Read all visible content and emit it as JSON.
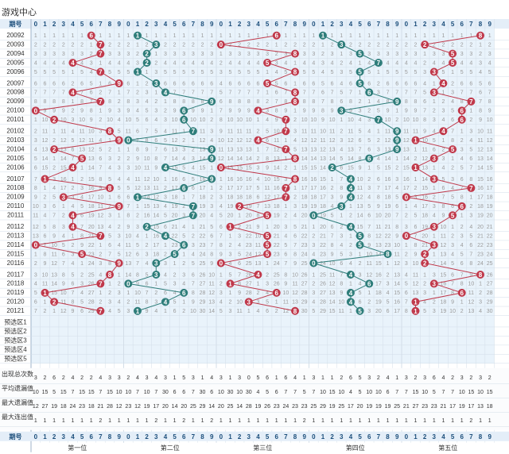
{
  "app_title": "游戏中心",
  "header_label": "期号",
  "footer_label": "期号",
  "digits": [
    "0",
    "1",
    "2",
    "3",
    "4",
    "5",
    "6",
    "7",
    "8",
    "9"
  ],
  "positions": [
    {
      "name": "第一位",
      "color": "#c0394b"
    },
    {
      "name": "第二位",
      "color": "#2e7d7a"
    },
    {
      "name": "第三位",
      "color": "#c0394b"
    },
    {
      "name": "第四位",
      "color": "#2e7d7a"
    },
    {
      "name": "第五位",
      "color": "#c0394b"
    }
  ],
  "colors": {
    "header_bg": "#e4eef8",
    "blue_band": "#e9f3fb",
    "grid_line": "#d3dee8",
    "hit_red": "#c0394b",
    "hit_teal": "#2e7d7a"
  },
  "groups": [
    [
      "20092",
      "20093",
      "20094",
      "20095",
      "20096"
    ],
    [
      "20097",
      "20098",
      "20099",
      "20100",
      "20101"
    ],
    [
      "20102",
      "20103",
      "20104",
      "20105",
      "20106"
    ],
    [
      "20107",
      "20108",
      "20109",
      "20110",
      "20111"
    ],
    [
      "20112",
      "20113",
      "20114",
      "20115",
      "20116"
    ],
    [
      "20117",
      "20118",
      "20119",
      "20120",
      "20121"
    ]
  ],
  "draws": [
    [
      6,
      1,
      6,
      1,
      8
    ],
    [
      7,
      3,
      0,
      3,
      2
    ],
    [
      7,
      2,
      8,
      5,
      5
    ],
    [
      4,
      2,
      5,
      7,
      5
    ],
    [
      7,
      1,
      8,
      5,
      3
    ],
    [
      9,
      3,
      5,
      5,
      4
    ],
    [
      4,
      4,
      8,
      6,
      3
    ],
    [
      7,
      9,
      8,
      9,
      7
    ],
    [
      0,
      6,
      4,
      3,
      6
    ],
    [
      2,
      6,
      7,
      7,
      6
    ],
    [
      8,
      7,
      7,
      9,
      4
    ],
    [
      9,
      0,
      4,
      9,
      1
    ],
    [
      2,
      9,
      7,
      9,
      5
    ],
    [
      5,
      9,
      8,
      6,
      3
    ],
    [
      4,
      4,
      0,
      2,
      1
    ],
    [
      1,
      9,
      8,
      4,
      3
    ],
    [
      8,
      6,
      7,
      4,
      7
    ],
    [
      3,
      1,
      7,
      4,
      0
    ],
    [
      9,
      7,
      2,
      3,
      6
    ],
    [
      4,
      7,
      5,
      0,
      5
    ],
    [
      4,
      2,
      1,
      4,
      3
    ],
    [
      7,
      4,
      5,
      5,
      0
    ],
    [
      0,
      6,
      5,
      5,
      3
    ],
    [
      5,
      5,
      5,
      8,
      2
    ],
    [
      9,
      3,
      0,
      0,
      2
    ],
    [
      8,
      3,
      4,
      4,
      8
    ],
    [
      7,
      0,
      1,
      6,
      3
    ],
    [
      1,
      6,
      6,
      4,
      6
    ],
    [
      2,
      4,
      3,
      4,
      1
    ],
    [
      7,
      1,
      8,
      5,
      1
    ]
  ],
  "forecast_rows": [
    "预选区1",
    "预选区2",
    "预选区3",
    "预选区4",
    "预选区5"
  ],
  "stat_labels": [
    "出现总次数",
    "平均遗漏值",
    "最大遗漏值",
    "最大连出值"
  ],
  "stats": [
    [
      [
        3,
        2,
        6,
        2,
        4,
        2,
        2,
        4,
        3,
        3
      ],
      [
        10,
        15,
        5,
        15,
        7,
        15,
        15,
        7,
        15,
        10
      ],
      [
        12,
        27,
        19,
        18,
        24,
        23,
        18,
        21,
        28,
        12
      ],
      [
        1,
        1,
        1,
        1,
        1,
        1,
        1,
        2,
        1,
        1
      ]
    ],
    [
      [
        2,
        4,
        3,
        4,
        3,
        1,
        5,
        3,
        1,
        4
      ],
      [
        10,
        7,
        10,
        7,
        30,
        6,
        6,
        7,
        30,
        6
      ],
      [
        23,
        12,
        19,
        17,
        20,
        14,
        20,
        25,
        29,
        14
      ],
      [
        1,
        1,
        1,
        2,
        1,
        1,
        2,
        1,
        1,
        2
      ]
    ],
    [
      [
        3,
        1,
        3,
        0,
        5,
        6,
        1,
        6,
        4,
        1
      ],
      [
        10,
        30,
        10,
        30,
        4,
        5,
        6,
        7,
        7,
        5
      ],
      [
        20,
        25,
        14,
        28,
        19,
        26,
        23,
        24,
        23,
        23
      ],
      [
        1,
        1,
        1,
        1,
        1,
        1,
        1,
        1,
        1,
        2
      ]
    ],
    [
      [
        3,
        1,
        1,
        2,
        6,
        5,
        3,
        2,
        4,
        1
      ],
      [
        7,
        10,
        15,
        10,
        4,
        5,
        10,
        10,
        6,
        7
      ],
      [
        25,
        29,
        19,
        25,
        17,
        20,
        19,
        19,
        19,
        25
      ],
      [
        1,
        1,
        1,
        1,
        1,
        1,
        1,
        1,
        1,
        1
      ]
    ],
    [
      [
        3,
        2,
        3,
        6,
        4,
        2,
        3,
        2,
        3,
        2
      ],
      [
        7,
        15,
        10,
        5,
        7,
        7,
        10,
        15,
        10,
        15
      ],
      [
        21,
        27,
        23,
        23,
        21,
        17,
        19,
        17,
        13,
        18
      ],
      [
        1,
        1,
        1,
        1,
        1,
        1,
        1,
        2,
        1,
        1
      ]
    ]
  ]
}
